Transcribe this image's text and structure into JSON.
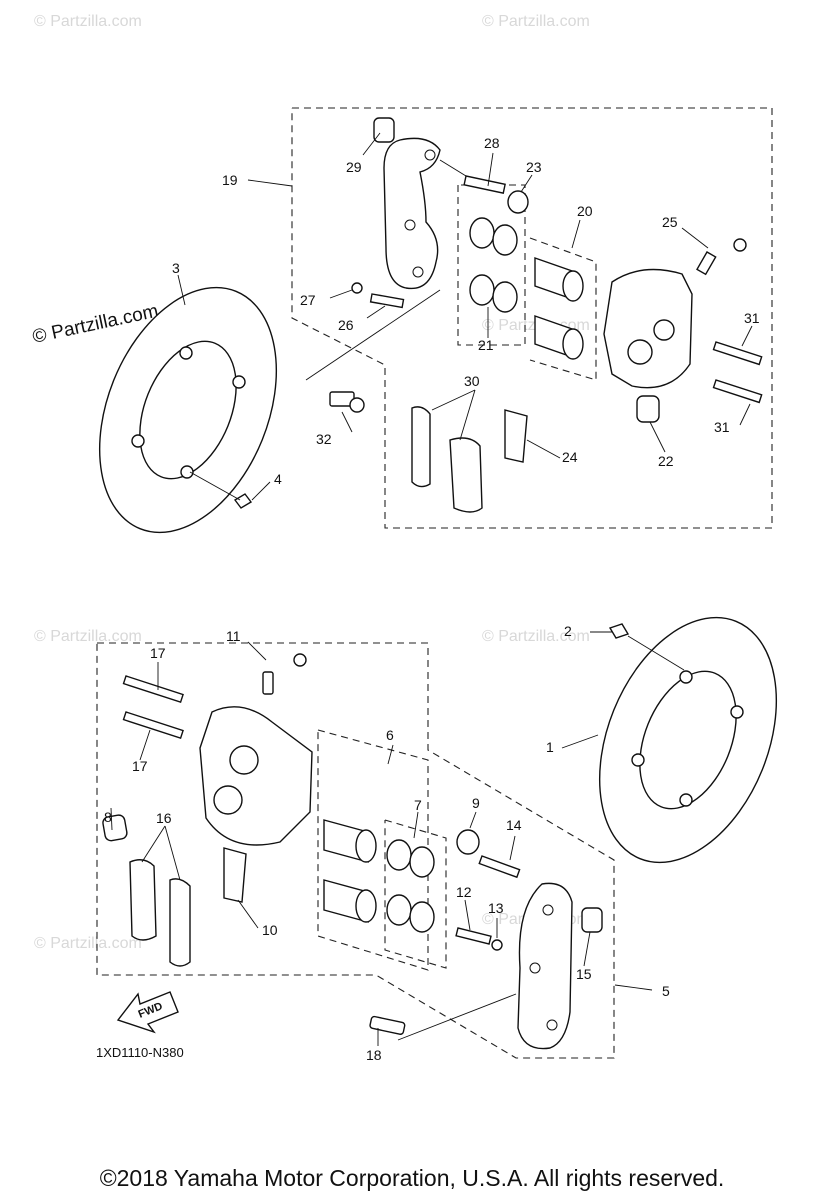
{
  "watermarks": {
    "text": "© Partzilla.com",
    "brand": "© Partzilla.com"
  },
  "callouts": {
    "c1": "1",
    "c2": "2",
    "c3": "3",
    "c4": "4",
    "c5": "5",
    "c6": "6",
    "c7": "7",
    "c8": "8",
    "c9": "9",
    "c10": "10",
    "c11": "11",
    "c12": "12",
    "c13": "13",
    "c14": "14",
    "c15": "15",
    "c16": "16",
    "c17a": "17",
    "c17b": "17",
    "c18": "18",
    "c19": "19",
    "c20": "20",
    "c21": "21",
    "c22": "22",
    "c23": "23",
    "c24": "24",
    "c25": "25",
    "c26": "26",
    "c27": "27",
    "c28": "28",
    "c29": "29",
    "c30": "30",
    "c31a": "31",
    "c31b": "31",
    "c32": "32"
  },
  "fwd_label": "FWD",
  "diagram_code": "1XD1110-N380",
  "copyright": "©2018 Yamaha Motor Corporation, U.S.A. All rights reserved."
}
